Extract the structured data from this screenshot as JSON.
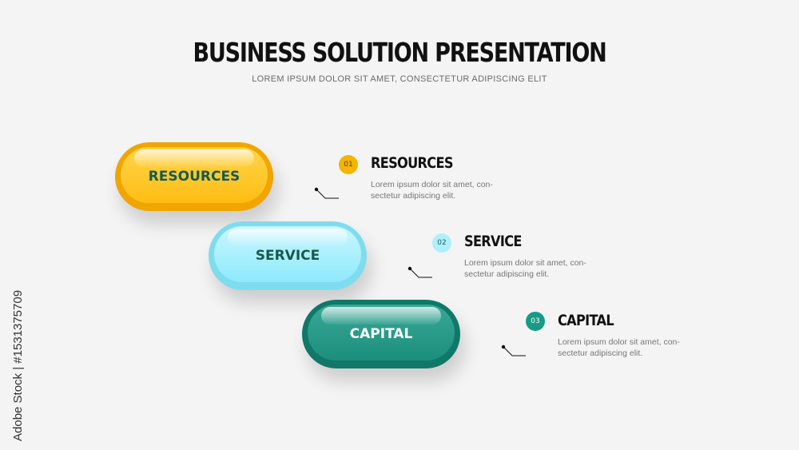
{
  "header": {
    "title": "BUSINESS SOLUTION PRESENTATION",
    "subtitle": "LOREM IPSUM DOLOR SIT AMET, CONSECTETUR ADIPISCING ELIT"
  },
  "items": [
    {
      "pill_label": "RESOURCES",
      "number": "01",
      "title": "RESOURCES",
      "desc_line1": "Lorem ipsum dolor sit amet, con-",
      "desc_line2": "sectetur adipiscing elit.",
      "color": "#f5b400"
    },
    {
      "pill_label": "SERVICE",
      "number": "02",
      "title": "SERVICE",
      "desc_line1": "Lorem ipsum dolor sit amet, con-",
      "desc_line2": "sectetur adipiscing elit.",
      "color": "#aeeffa"
    },
    {
      "pill_label": "CAPITAL",
      "number": "03",
      "title": "CAPITAL",
      "desc_line1": "Lorem ipsum dolor sit amet, con-",
      "desc_line2": "sectetur adipiscing elit.",
      "color": "#159b86"
    }
  ],
  "watermark": "Adobe Stock | #1531375709"
}
